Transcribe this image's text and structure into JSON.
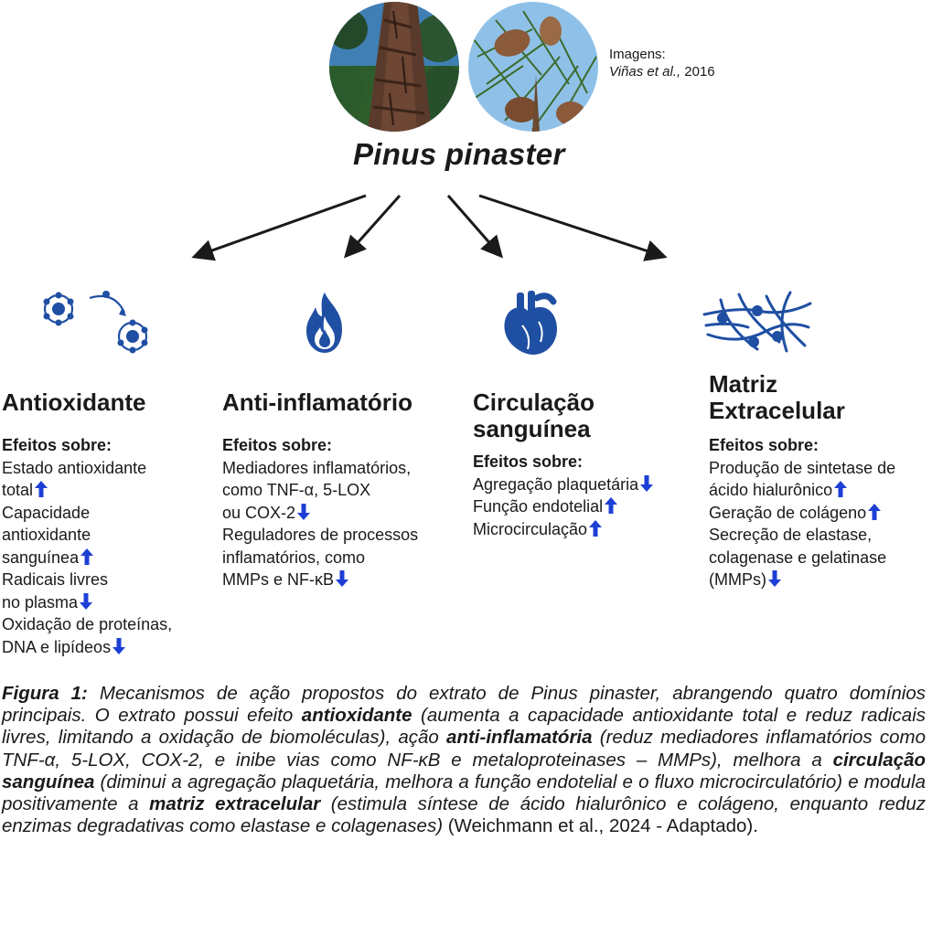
{
  "credit": {
    "line1": "Imagens:",
    "authors": "Viñas et al.,",
    "year": "2016"
  },
  "title": "Pinus pinaster",
  "columns": [
    {
      "title": "Antioxidante",
      "effects_label": "Efeitos sobre:",
      "lines": [
        {
          "text": "Estado antioxidante",
          "arrow": ""
        },
        {
          "text": "total",
          "arrow": "up"
        },
        {
          "text": "Capacidade",
          "arrow": ""
        },
        {
          "text": "antioxidante",
          "arrow": ""
        },
        {
          "text": "sanguínea",
          "arrow": "up"
        },
        {
          "text": "Radicais livres",
          "arrow": ""
        },
        {
          "text": "no plasma",
          "arrow": "down"
        },
        {
          "text": "Oxidação de proteínas,",
          "arrow": ""
        },
        {
          "text": "DNA e lipídeos",
          "arrow": "down"
        }
      ]
    },
    {
      "title": "Anti-inflamatório",
      "effects_label": "Efeitos sobre:",
      "lines": [
        {
          "text": "Mediadores inflamatórios,",
          "arrow": ""
        },
        {
          "text": "como TNF-α, 5-LOX",
          "arrow": ""
        },
        {
          "text": "ou COX-2",
          "arrow": "down"
        },
        {
          "text": "Reguladores de processos",
          "arrow": ""
        },
        {
          "text": "inflamatórios, como",
          "arrow": ""
        },
        {
          "text": "MMPs e NF-κB",
          "arrow": "down"
        }
      ]
    },
    {
      "title_line1": "Circulação",
      "title_line2": "sanguínea",
      "effects_label": "Efeitos sobre:",
      "lines": [
        {
          "text": "Agregação plaquetária",
          "arrow": "down"
        },
        {
          "text": "Função endotelial",
          "arrow": "up"
        },
        {
          "text": "Microcirculação",
          "arrow": "up"
        }
      ]
    },
    {
      "title_line1": "Matriz",
      "title_line2": "Extracelular",
      "effects_label": "Efeitos sobre:",
      "lines": [
        {
          "text": "Produção de sintetase de",
          "arrow": ""
        },
        {
          "text": "ácido hialurônico",
          "arrow": "up"
        },
        {
          "text": "Geração de colágeno",
          "arrow": "up"
        },
        {
          "text": "Secreção de elastase,",
          "arrow": ""
        },
        {
          "text": "colagenase e gelatinase",
          "arrow": ""
        },
        {
          "text": "(MMPs)",
          "arrow": "down"
        }
      ]
    }
  ],
  "caption": {
    "label": "Figura 1:",
    "t1": " Mecanismos de ação propostos do extrato de Pinus pinaster, abrangendo quatro domínios principais. O extrato possui efeito ",
    "b1": "antioxidante",
    "t2": " (aumenta a capacidade antioxidante total e reduz radicais livres, limitando a oxidação de biomoléculas), ação ",
    "b2": "anti-inflamatória",
    "t3": " (reduz mediadores inflamatórios como TNF-α, 5-LOX, COX-2, e inibe vias como NF-κB e metaloproteinases – MMPs), melhora a ",
    "b3": "circulação sanguínea",
    "t4": " (diminui a agregação plaquetária, melhora a função endotelial e o fluxo microcirculatório) e modula positivamente a ",
    "b4": "matriz extracelular",
    "t5": " (estimula síntese de ácido hialurônico e colágeno, enquanto reduz enzimas degradativas como elastase e colagenases)",
    "ref": " (Weichmann et al., 2024 - Adaptado)."
  },
  "colors": {
    "icon_blue": "#1f4fa3",
    "arrow_blue": "#1d3fd6",
    "text": "#1a1a1a"
  },
  "icons": [
    "atoms-electron-transfer-icon",
    "flame-icon",
    "heart-icon",
    "collagen-network-icon"
  ]
}
